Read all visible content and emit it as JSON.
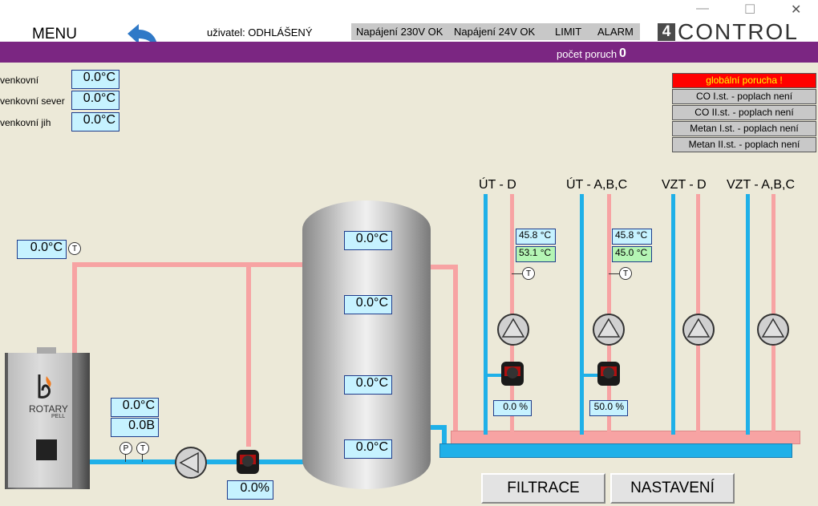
{
  "header": {
    "menu_label": "MENU",
    "user_text": "uživatel: ODHLÁŠENÝ",
    "status": [
      "Napájení 230V OK",
      "Napájení 24V OK",
      "LIMIT",
      "ALARM"
    ],
    "poruch_label": "počet poruch",
    "poruch_count": "0",
    "logo_digit": "4",
    "logo_text": "CONTROL",
    "window_minimize": "—",
    "window_maximize": "☐",
    "window_close": "✕"
  },
  "outdoor": [
    {
      "label": "venkovní",
      "value": "0.0°C"
    },
    {
      "label": "venkovní sever",
      "value": "0.0°C"
    },
    {
      "label": "venkovní jih",
      "value": "0.0°C"
    }
  ],
  "alarms": [
    {
      "label": "globální porucha !",
      "active": true
    },
    {
      "label": "CO I.st. - poplach není",
      "active": false
    },
    {
      "label": "CO II.st. - poplach není",
      "active": false
    },
    {
      "label": "Metan I.st. - poplach není",
      "active": false
    },
    {
      "label": "Metan II.st. - poplach není",
      "active": false
    }
  ],
  "boiler": {
    "brand": "ROTARY",
    "brand_sub": "PELL",
    "flow_temp": "0.0°C",
    "return_temp": "0.0°C",
    "pressure": "0.0B",
    "pump_valve": "0.0%"
  },
  "sensor_labels": {
    "t": "T",
    "p": "P"
  },
  "tank": {
    "temps": [
      "0.0°C",
      "0.0°C",
      "0.0°C",
      "0.0°C"
    ]
  },
  "circuits": [
    {
      "name": "ÚT - D",
      "temp1": "45.8 °C",
      "temp2": "53.1 °C",
      "valve": "0.0  %"
    },
    {
      "name": "ÚT - A,B,C",
      "temp1": "45.8 °C",
      "temp2": "45.0 °C",
      "valve": "50.0 %"
    },
    {
      "name": "VZT - D"
    },
    {
      "name": "VZT - A,B,C"
    }
  ],
  "buttons": {
    "filtrace": "FILTRACE",
    "nastaveni": "NASTAVENÍ"
  },
  "colors": {
    "purple_bar": "#7b2682",
    "pipe_supply": "#f7a3a3",
    "pipe_return": "#1fb0e8",
    "value_bg": "#c6f2ff",
    "alarm_red": "#ff0000"
  }
}
